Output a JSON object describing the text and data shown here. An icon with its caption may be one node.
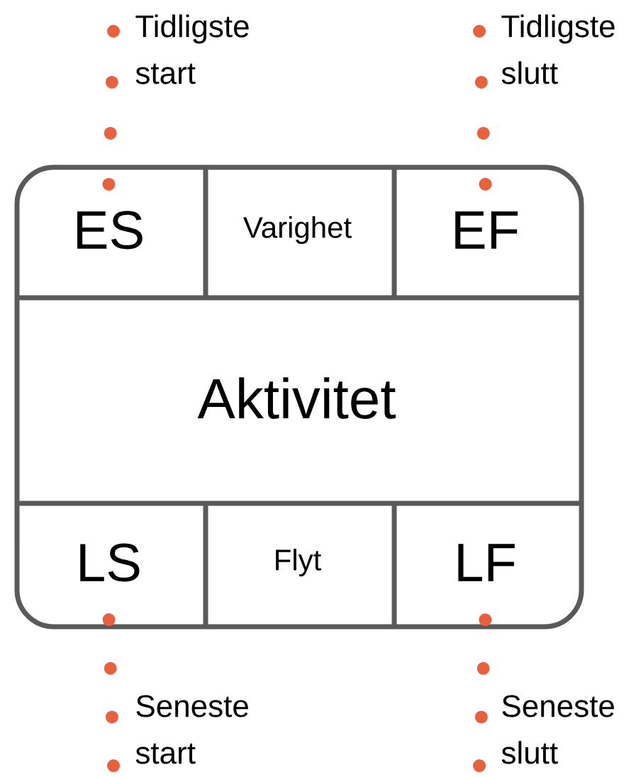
{
  "diagram": {
    "nodes": [
      {
        "text": [],
        "shape": "box"
      },
      {
        "text": [
          "ES"
        ],
        "in": 0
      },
      {
        "text": [
          "Varighet"
        ],
        "in": 0
      },
      {
        "text": [
          "EF"
        ],
        "in": 0
      },
      {
        "text": [
          "Aktivitet"
        ],
        "in": 0
      },
      {
        "text": [
          "LS"
        ],
        "in": 0
      },
      {
        "text": [
          "Flyt"
        ],
        "in": 0
      },
      {
        "text": [
          "LF"
        ],
        "in": 0
      },
      {
        "text": [
          "Tidligste start"
        ]
      },
      {
        "text": [
          "Tidligste slutt"
        ]
      },
      {
        "text": [
          "Seneste start"
        ]
      },
      {
        "text": [
          "Seneste slutt"
        ]
      }
    ],
    "edges": [
      {
        "from": 8,
        "to": 1,
        "arrow": "none"
      },
      {
        "from": 9,
        "to": 3,
        "arrow": "none"
      },
      {
        "from": 10,
        "to": 5,
        "arrow": "none"
      },
      {
        "from": 11,
        "to": 7,
        "arrow": "none"
      }
    ]
  }
}
